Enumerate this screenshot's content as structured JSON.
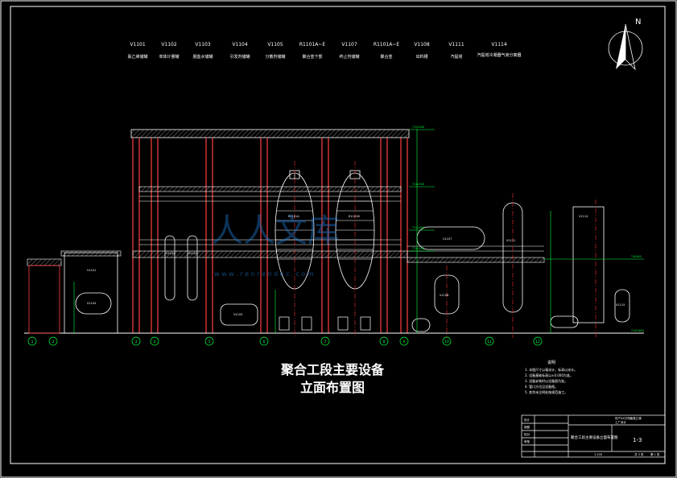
{
  "drawing": {
    "title_line1": "聚合工段主要设备",
    "title_line2": "立面布置图",
    "north_label": "N",
    "watermark_text": "人人文库",
    "watermark_url": "w w w . r e n r e n d o c . c o m",
    "colors": {
      "background": "#000000",
      "frame": "#ffffff",
      "structure": "#ff4040",
      "equipment": "#ffffff",
      "centerline": "#ff3030",
      "dimension": "#00ff40",
      "hatch": "#d0d0d0",
      "watermark": "#1e73c8"
    }
  },
  "legend": [
    {
      "tag": "V1101",
      "name": "氯乙烯储罐"
    },
    {
      "tag": "V1102",
      "name": "单体计量罐"
    },
    {
      "tag": "V1103",
      "name": "脱盐水储罐"
    },
    {
      "tag": "V1104",
      "name": "引发剂储罐"
    },
    {
      "tag": "V1105",
      "name": "分散剂储罐"
    },
    {
      "tag": "R1101A~E",
      "name": "聚合釜下部"
    },
    {
      "tag": "V1107",
      "name": "终止剂储罐"
    },
    {
      "tag": "R1101A~E",
      "name": "聚合釜"
    },
    {
      "tag": "V1108",
      "name": "出料槽"
    },
    {
      "tag": "V1111",
      "name": "汽提塔"
    },
    {
      "tag": "V1114",
      "name": "汽提塔冷凝器气液分离器"
    }
  ],
  "elevations": [
    "▽24.000",
    "▽18.000",
    "▽14.000",
    "▽10.000",
    "▽6.000",
    "▽±0.000"
  ],
  "equipment_tags": [
    "V1101",
    "V1102",
    "V1103",
    "V1104",
    "V1105",
    "R1101A",
    "R1101B",
    "V1107",
    "V1108",
    "V1111",
    "V1114",
    "V1115"
  ],
  "grid_labels": [
    "1",
    "2",
    "3",
    "4",
    "5",
    "6",
    "7",
    "8",
    "9",
    "10",
    "11",
    "12"
  ],
  "notes": {
    "heading": "说明",
    "lines": [
      "1. 本图尺寸以毫米计，标高以米计。",
      "2. 设备基础标高以±0.000为准。",
      "3. 设备安装时以设备图为准。",
      "4. 管口方位见设备图。",
      "5. 其余未注明处按规范施工。"
    ]
  },
  "title_block": {
    "drawing_name": "聚合工段主要设备立面布置图",
    "sheet_no": "1-3",
    "company": "年产XX万吨聚氯乙烯",
    "project": "工厂设计",
    "row_labels": [
      "设计",
      "制图",
      "校对",
      "审核"
    ],
    "scale": "1:100",
    "sheet_label": "共 3 张",
    "sheet_index": "第 1 张"
  }
}
